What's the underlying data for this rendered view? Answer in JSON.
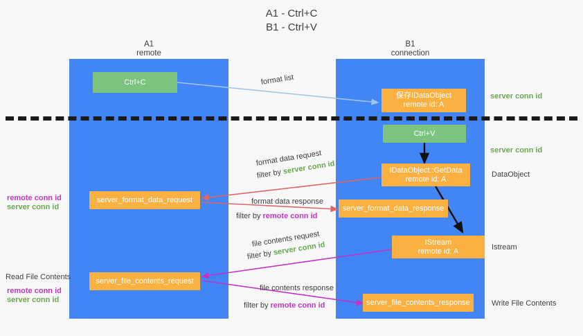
{
  "title": {
    "line1": "A1 - Ctrl+C",
    "line2": "B1 - Ctrl+V"
  },
  "lanes": [
    {
      "name": "A1",
      "sub": "remote",
      "color": "#4285f4"
    },
    {
      "name": "B1",
      "sub": "connection",
      "color": "#4285f4"
    }
  ],
  "colors": {
    "lane": "#4285f4",
    "green_box": "#7cc47f",
    "orange_box": "#fbb042",
    "green_text": "#6aa84f",
    "magenta_text": "#c334c3",
    "arrow_blue": "#9fc5e8",
    "arrow_red": "#e06666",
    "arrow_magenta": "#c334c3",
    "arrow_black": "#1a1a1a",
    "background": "#f8f8f8"
  },
  "nodes": {
    "ctrl_c": {
      "label": "Ctrl+C"
    },
    "save_dataobject": {
      "line1": "保存IDataObject",
      "line2": "remote id: A"
    },
    "ctrl_v": {
      "label": "Ctrl+V"
    },
    "getdata": {
      "line1": "IDataObject::GetData",
      "line2": "remote id: A"
    },
    "istream": {
      "line1": "IStream",
      "line2": "remote id: A"
    },
    "server_format_data_request": {
      "label": "server_format_data_request"
    },
    "server_format_data_response": {
      "label": "server_format_data_response"
    },
    "server_file_contents_request": {
      "label": "server_file_contents_request"
    },
    "server_file_contents_response": {
      "label": "server_file_contents_response"
    }
  },
  "edge_labels": {
    "format_list": "format list",
    "format_data_request": "format data request",
    "format_data_request_filter_prefix": "filter by ",
    "format_data_request_filter_value": "server conn id",
    "format_data_response": "format data response",
    "format_data_response_filter_prefix": "filter by ",
    "format_data_response_filter_value": "remote conn id",
    "file_contents_request": "file contents request",
    "file_contents_request_filter_prefix": "filter by ",
    "file_contents_request_filter_value": "server conn id",
    "file_contents_response": "file contents response",
    "file_contents_response_filter_prefix": "filter by ",
    "file_contents_response_filter_value": "remote conn id"
  },
  "side_labels": {
    "right_server_conn_id_top": "server conn id",
    "right_server_conn_id_mid": "server conn id",
    "right_dataobject": "DataObject",
    "right_istream": "Istream",
    "right_write_file_contents": "Write File Contents",
    "left_read_file_contents": "Read File Contents",
    "left_remote_conn_id_1": "remote conn id",
    "left_server_conn_id_1": "server conn id",
    "left_remote_conn_id_2": "remote conn id",
    "left_server_conn_id_2": "server conn id"
  }
}
